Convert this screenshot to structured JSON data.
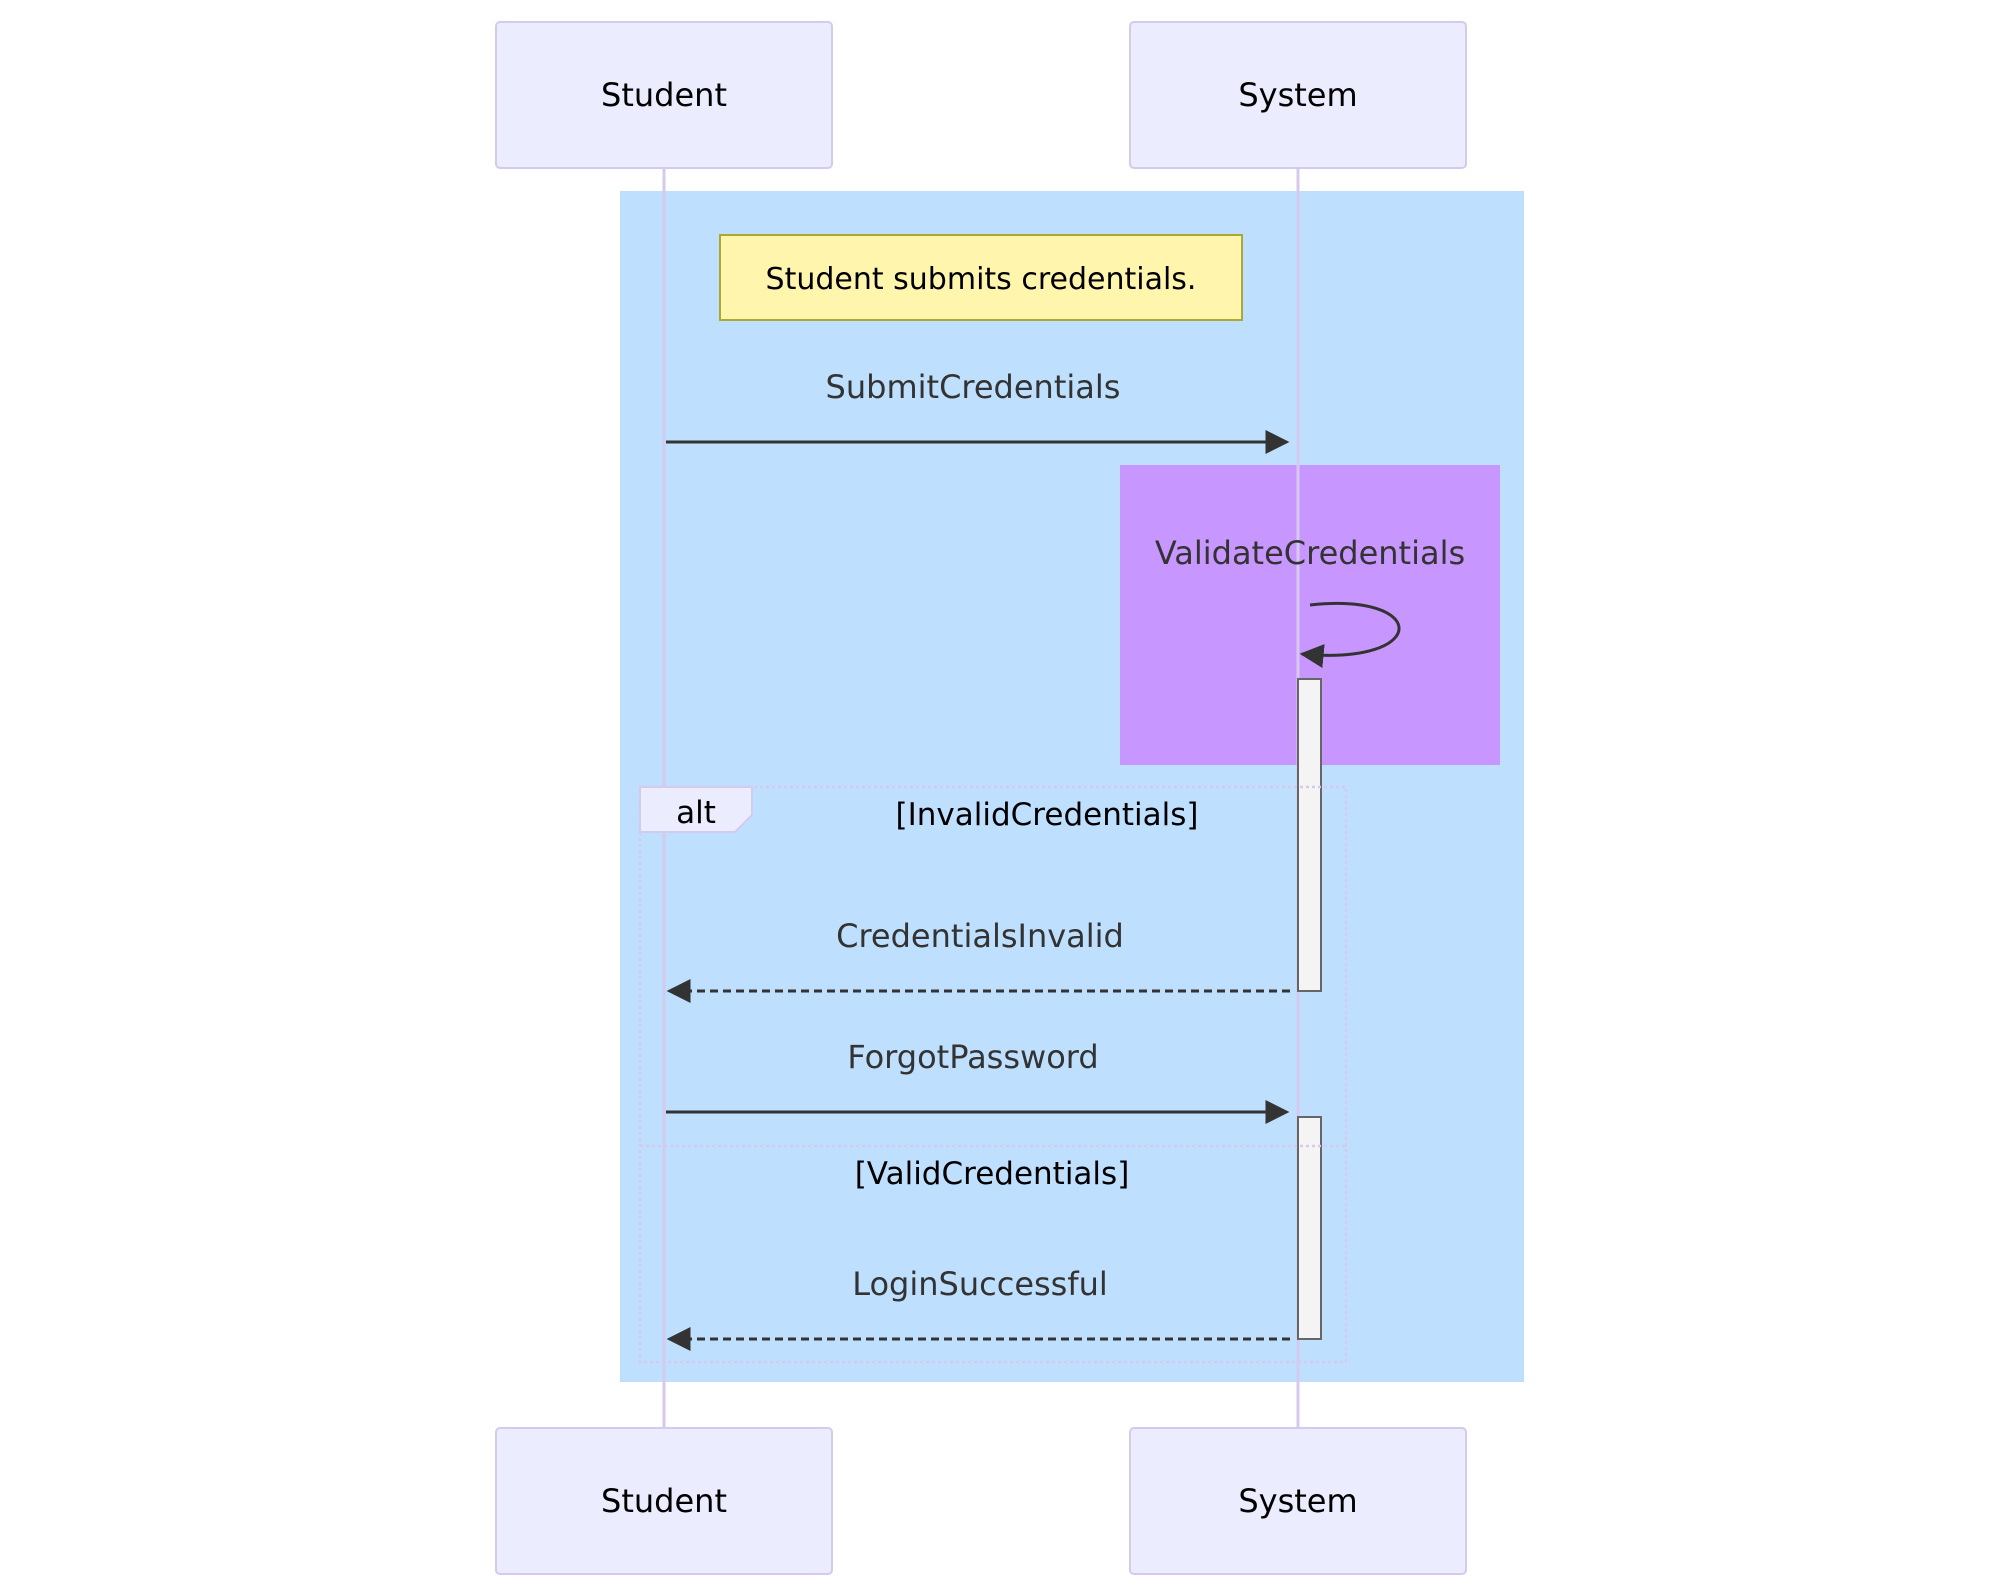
{
  "participants": {
    "student": "Student",
    "system": "System"
  },
  "note": "Student submits credentials.",
  "messages": {
    "submit": "SubmitCredentials",
    "validate": "ValidateCredentials",
    "invalid_response": "CredentialsInvalid",
    "forgot": "ForgotPassword",
    "success": "LoginSuccessful"
  },
  "alt": {
    "keyword": "alt",
    "condition_1": "[InvalidCredentials]",
    "condition_2": "[ValidCredentials]"
  },
  "colors": {
    "actor_fill": "#ECECFF",
    "actor_stroke": "#D6C9EE",
    "rect_blue": "#BFDFFF",
    "rect_purple": "#C896FF",
    "note_fill": "#FFF5AD",
    "note_stroke": "#AAAA33",
    "arrow": "#333333",
    "activation_fill": "#F4F4F4",
    "activation_stroke": "#666666"
  }
}
